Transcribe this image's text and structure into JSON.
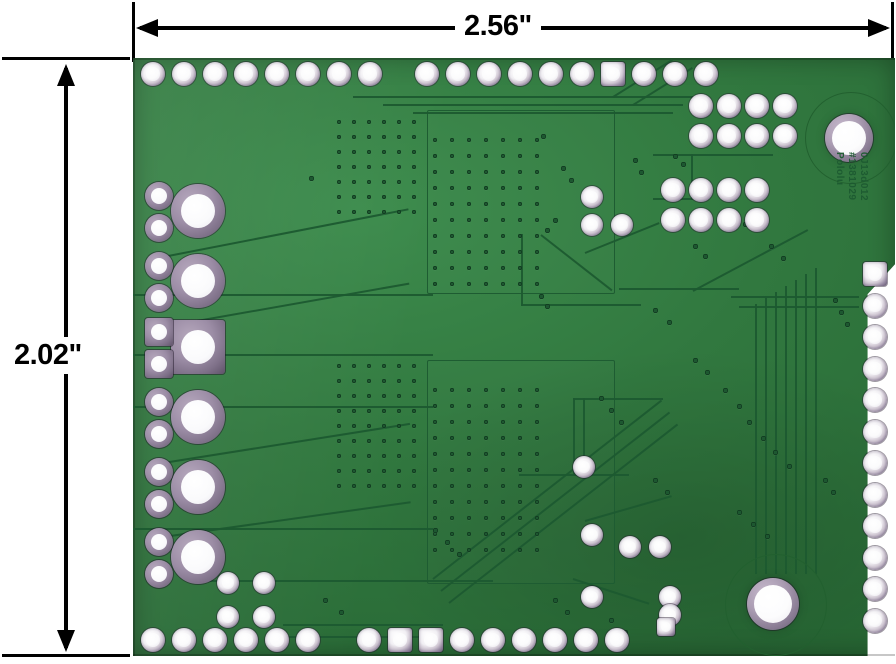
{
  "figure": {
    "kind": "pcb-dimension-drawing",
    "subject": "printed circuit board bottom view with dimension callouts"
  },
  "dimensions": {
    "width_label": "2.56\"",
    "height_label": "2.02\"",
    "width_name": "board-width",
    "height_name": "board-height"
  },
  "colors": {
    "pcb_green": "#31783f",
    "pcb_green_light": "#3d8c4d",
    "pcb_green_dark": "#276734",
    "trace_outline": "#1c5a30",
    "pad_silver": "#cfc6d2",
    "pad_hole": "#ffffff",
    "annotation_black": "#000000",
    "background": "#ffffff"
  },
  "board": {
    "silkscreen": [
      {
        "text": "Pololu",
        "name": "silkscreen-brand"
      },
      {
        "text": "#1381029",
        "name": "silkscreen-part-number"
      },
      {
        "text": "0J13d012",
        "name": "silkscreen-revision-code"
      }
    ],
    "edges": {
      "top_header_left_count": 8,
      "top_header_right_count": 10,
      "bottom_header_left_count": 6,
      "bottom_header_right_count": 9,
      "right_header_count": 12,
      "left_terminal_count": 6
    },
    "features": [
      {
        "name": "mounting-hole-top-right",
        "type": "mounting-hole"
      },
      {
        "name": "mounting-hole-bottom-right",
        "type": "mounting-hole"
      },
      {
        "name": "header-array-top-right-upper",
        "type": "2x4-header"
      },
      {
        "name": "header-array-top-right-lower",
        "type": "2x4-header"
      },
      {
        "name": "thermal-via-field-upper-left",
        "type": "via-field"
      },
      {
        "name": "thermal-via-field-lower-left",
        "type": "via-field"
      },
      {
        "name": "thermal-via-field-upper-center",
        "type": "via-field"
      },
      {
        "name": "thermal-via-field-lower-center",
        "type": "via-field"
      }
    ]
  }
}
